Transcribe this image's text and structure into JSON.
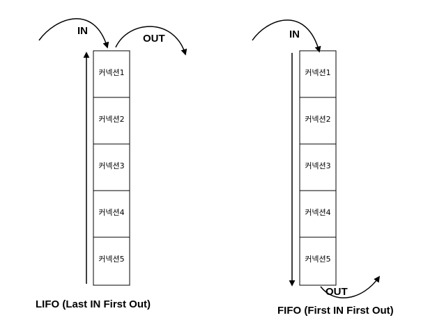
{
  "lifo": {
    "in_label": "IN",
    "out_label": "OUT",
    "title": "LIFO (Last IN First Out)",
    "cells": [
      "커넥션1",
      "커넥션2",
      "커넥션3",
      "커넥션4",
      "커넥션5"
    ]
  },
  "fifo": {
    "in_label": "IN",
    "out_label": "OUT",
    "title": "FIFO (First IN First Out)",
    "cells": [
      "커넥션1",
      "커넥션2",
      "커넥션3",
      "커넥션4",
      "커넥션5"
    ]
  },
  "colors": {
    "line": "#000000",
    "background": "#ffffff"
  }
}
